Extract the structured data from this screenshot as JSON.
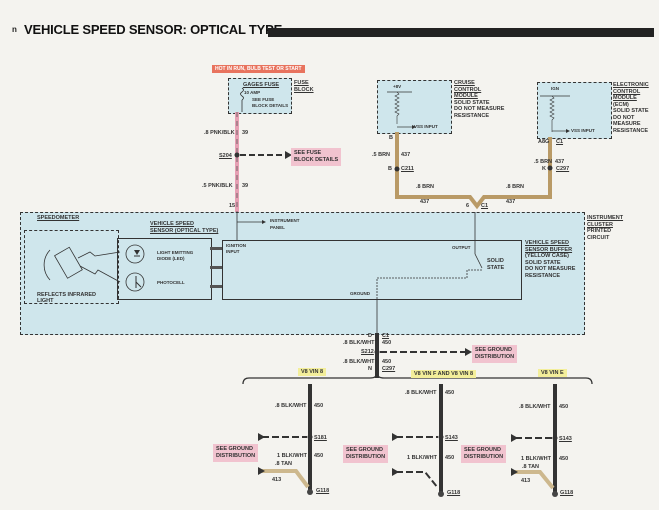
{
  "title": "VEHICLE SPEED SENSOR: OPTICAL TYPE",
  "bullet": "n",
  "hot_label": "HOT IN RUN, BULB TEST OR START",
  "fuse": {
    "name": "GAGES FUSE",
    "rating": "10 AMP",
    "see": "SEE FUSE",
    "see2": "BLOCK DETAILS",
    "block1": "FUSE",
    "block2": "BLOCK"
  },
  "pink_wire": {
    "upper": ".8 PNK/BLK",
    "upper_num": "39",
    "splice": "S204",
    "lower": ".5 PNK/BLK",
    "lower_num": "39",
    "terminal": "15"
  },
  "fuse_ref": [
    "SEE FUSE",
    "BLOCK DETAILS"
  ],
  "cruise": {
    "voltage": "+8V",
    "input": "VSS INPUT",
    "pin": "B",
    "lines": [
      "CRUISE",
      "CONTROL",
      "MODULE",
      "SOLID STATE",
      "DO NOT MEASURE",
      "RESISTANCE"
    ],
    "wire": ".5 BRN",
    "wire_num": "437",
    "conn_pin": "B",
    "conn": "C211"
  },
  "ecm": {
    "voltage": "IGN",
    "input": "VSS INPUT",
    "pin": "A8G",
    "conn": "C1",
    "lines": [
      "ELECTRONIC",
      "CONTROL",
      "MODULE",
      "(ECM)",
      "SOLID STATE",
      "DO NOT",
      "MEASURE",
      "RESISTANCE"
    ],
    "wire": ".5 BRN",
    "wire_num": "437",
    "conn_pin": "K",
    "conn2": "C297"
  },
  "junction": {
    "left_wire": ".8 BRN",
    "left_num": "437",
    "right_wire": ".8 BRN",
    "right_num": "437",
    "pin": "6",
    "conn": "C1"
  },
  "cluster": {
    "lines": [
      "INSTRUMENT",
      "CLUSTER",
      "PRINTED",
      "CIRCUIT"
    ],
    "panel": [
      "INSTRUMENT",
      "PANEL"
    ]
  },
  "speedometer": {
    "label": "SPEEDOMETER",
    "reflect": [
      "REFLECTS INFRARED",
      "LIGHT"
    ]
  },
  "sensor": {
    "label": [
      "VEHICLE SPEED",
      "SENSOR (OPTICAL TYPE)"
    ],
    "led": [
      "LIGHT EMITTING",
      "DIODE (LED)"
    ],
    "photo": "PHOTOCELL"
  },
  "buffer": {
    "ignition": [
      "IGNITION",
      "INPUT"
    ],
    "output": "OUTPUT",
    "solid": [
      "SOLID",
      "STATE"
    ],
    "ground": "GROUND",
    "lines": [
      "VEHICLE SPEED",
      "SENSOR BUFFER",
      "(YELLOW CASE)",
      "SOLID STATE",
      "DO NOT MEASURE",
      "RESISTANCE"
    ]
  },
  "ground_wire": {
    "pin": "D",
    "conn": "C1",
    "w1": ".8 BLK/WHT",
    "n1": "450",
    "splice": "S212",
    "w2": ".8 BLK/WHT",
    "n2": "450",
    "pin2": "N",
    "conn2": "C297"
  },
  "ground_ref": [
    "SEE GROUND",
    "DISTRIBUTION"
  ],
  "variants": [
    {
      "label": "V8 VIN 8",
      "w1": ".8 BLK/WHT",
      "n1": "450",
      "splice": "S181",
      "w2": "1 BLK/WHT",
      "n2": "450",
      "tan": ".8 TAN",
      "tan_num": "413",
      "ground": "G118"
    },
    {
      "label": "V8 VIN F AND V8 VIN 8",
      "w1": ".8 BLK/WHT",
      "n1": "450",
      "splice": "S143",
      "w2": "1 BLK/WHT",
      "n2": "450",
      "ground": "G118"
    },
    {
      "label": "V8 VIN E",
      "w1": ".8 BLK/WHT",
      "n1": "450",
      "splice": "S143",
      "w2": "1 BLK/WHT",
      "n2": "450",
      "tan": ".8 TAN",
      "tan_num": "413",
      "ground": "G118"
    }
  ],
  "colors": {
    "pink_wire": "#e6a0b4",
    "brown_wire": "#b99a66",
    "panel": "#cfe6ec",
    "ref_box": "#f1c3cf",
    "variant": "#f3ee9a"
  }
}
